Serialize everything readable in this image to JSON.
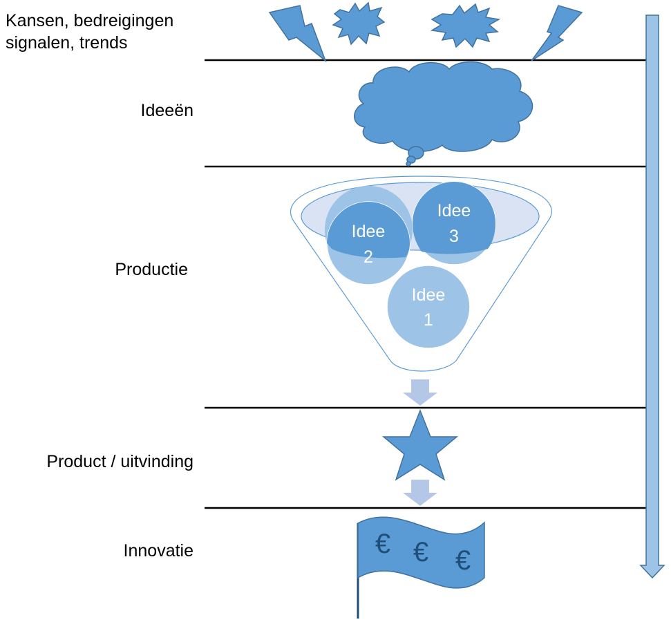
{
  "stages": [
    {
      "label_line1": "Kansen, bedreigingen",
      "label_line2": "signalen, trends"
    },
    {
      "label": "Ideeën"
    },
    {
      "label": "Productie"
    },
    {
      "label": "Product / uitvinding"
    },
    {
      "label": "Innovatie"
    }
  ],
  "ideas": [
    {
      "line1": "Idee",
      "line2": "1"
    },
    {
      "line1": "Idee",
      "line2": "2"
    },
    {
      "line1": "Idee",
      "line2": "3"
    }
  ],
  "flag": {
    "symbols": [
      "€",
      "€",
      "€"
    ]
  },
  "colors": {
    "primary": "#5b9bd5",
    "primary_dark": "#41719c",
    "light": "#9dc3e6",
    "pale": "#dae3f3",
    "arrow": "#b4c7e7",
    "text_dark": "#1f4e79"
  }
}
